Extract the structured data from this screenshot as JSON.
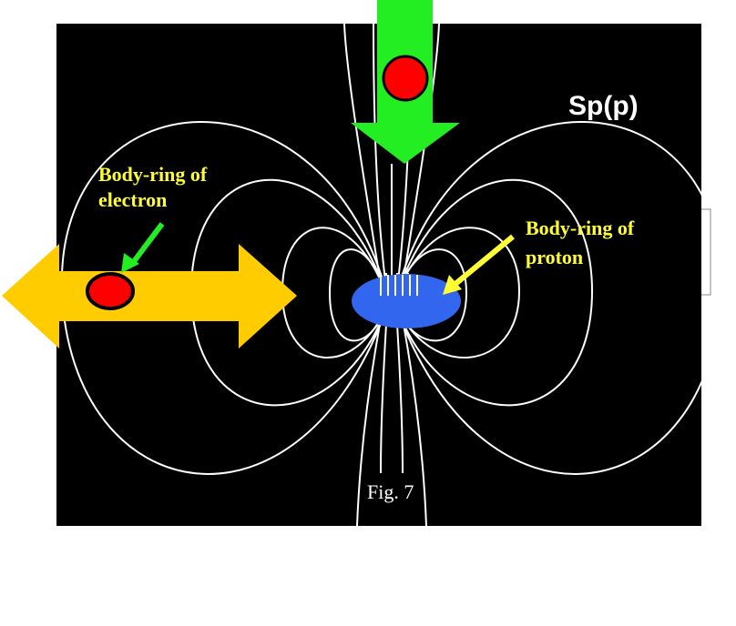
{
  "labels": {
    "symbol": "Sp(p)",
    "electron_line1": "Body-ring of",
    "electron_line2": "electron",
    "proton_line1": "Body-ring of",
    "proton_line2": "proton",
    "caption": "Fig. 7"
  },
  "colors": {
    "background": "#000000",
    "field_lines": "#ffffff",
    "label_text": "#ffff33",
    "horizontal_arrow": "#ffcc00",
    "vertical_arrow": "#22ee22",
    "particle": "#ff0000",
    "proton_ring": "#3366ee",
    "pointer_electron": "#22ee22",
    "pointer_proton": "#ffff33"
  }
}
